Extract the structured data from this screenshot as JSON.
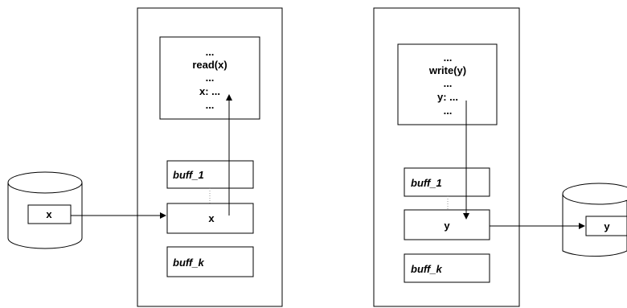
{
  "read_side": {
    "code_lines": [
      "...",
      "read(x)",
      "...",
      "x: ...",
      "..."
    ],
    "buffer_first": "buff_1",
    "buffer_data": "x",
    "buffer_last": "buff_k",
    "disk_item": "x"
  },
  "write_side": {
    "code_lines": [
      "...",
      "write(y)",
      "...",
      "y: ...",
      "..."
    ],
    "buffer_first": "buff_1",
    "buffer_data": "y",
    "buffer_last": "buff_k",
    "disk_item": "y"
  }
}
